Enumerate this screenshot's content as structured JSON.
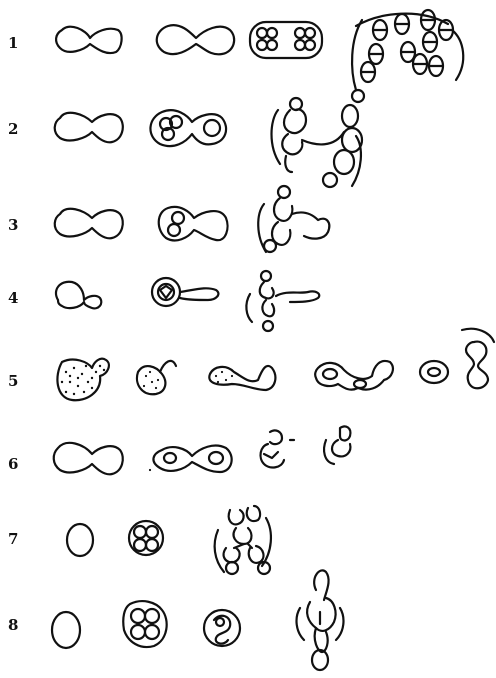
{
  "rows": [
    {
      "label": "1"
    },
    {
      "label": "2"
    },
    {
      "label": "3"
    },
    {
      "label": "4"
    },
    {
      "label": "5"
    },
    {
      "label": "6"
    },
    {
      "label": "7"
    },
    {
      "label": "8"
    }
  ],
  "colors": {
    "ink": "#111111",
    "paper": "#ffffff"
  }
}
